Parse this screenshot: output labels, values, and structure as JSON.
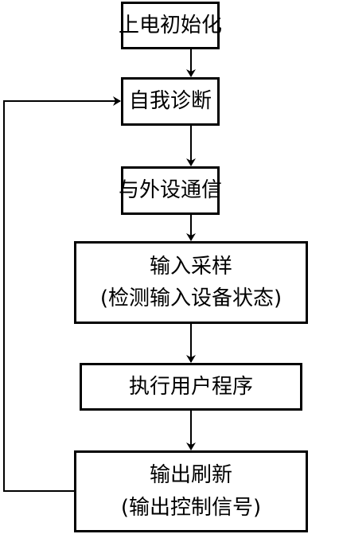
{
  "steps": [
    {
      "label": "上电初始化"
    },
    {
      "label": "自我诊断"
    },
    {
      "label": "与外设通信"
    },
    {
      "label": "输入采样",
      "detail": "(检测输入设备状态)"
    },
    {
      "label": "执行用户程序"
    },
    {
      "label": "输出刷新",
      "detail": "(输出控制信号)"
    }
  ],
  "colors": {
    "stroke": "#000000",
    "background": "#ffffff"
  }
}
